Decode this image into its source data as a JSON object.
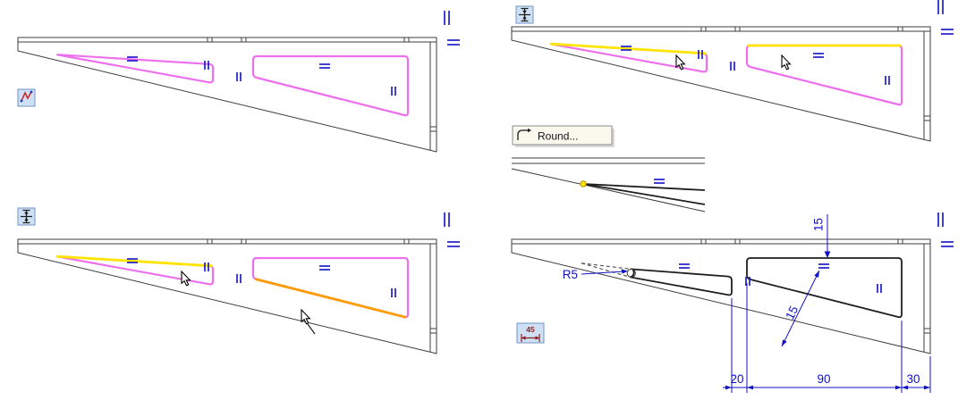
{
  "tooltip": {
    "label": "Round..."
  },
  "dimension_tool_icon": {
    "value": "45"
  },
  "dimensions": {
    "radius": "R5",
    "offset_top": "15",
    "slot_height": "15",
    "width_left": "20",
    "width_middle": "90",
    "width_right": "30"
  },
  "colors": {
    "sketch_magenta": "#ee6fee",
    "highlight_yellow": "#ffe400",
    "selected_orange": "#ff9a00",
    "constraint_blue": "#1010c8",
    "geometry_gray": "#3c3c3c",
    "sketch_black": "#1e1e1e",
    "icon_background": "#cfe0f4",
    "icon_border": "#6f94c4",
    "tooltip_background": "#f9f9ee"
  }
}
